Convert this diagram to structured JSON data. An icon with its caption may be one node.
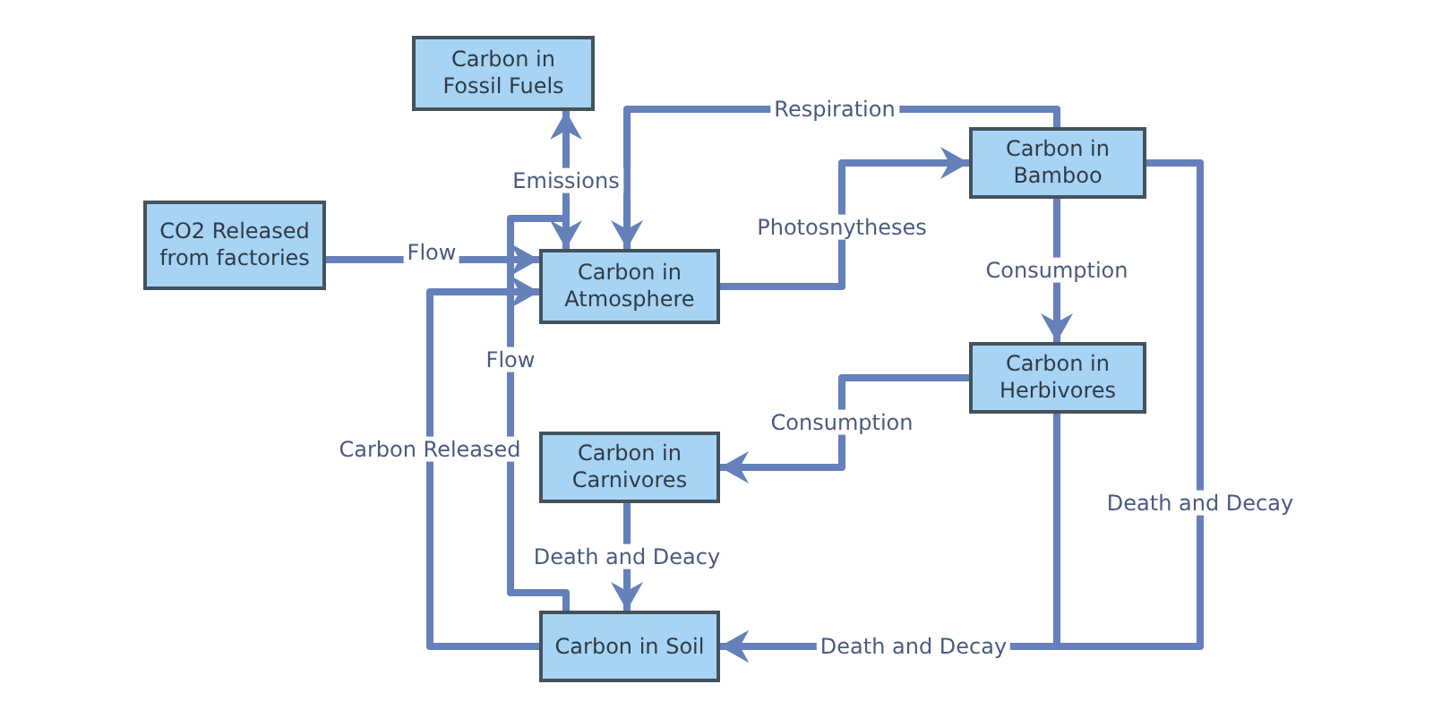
{
  "diagram": {
    "nodes": [
      {
        "text": [
          "Carbon in Fossil Fuels"
        ]
      },
      {
        "text": [
          "CO2 Released from factories"
        ]
      },
      {
        "text": [
          "Carbon in Atmosphere"
        ]
      },
      {
        "text": [
          "Carbon in Bamboo"
        ]
      },
      {
        "text": [
          "Carbon in Herbivores"
        ]
      },
      {
        "text": [
          "Carbon in Carnivores"
        ]
      },
      {
        "text": [
          "Carbon in Soil"
        ]
      }
    ],
    "edges": [
      {
        "from": 1,
        "to": 2,
        "arrow": "to",
        "label": "Flow"
      },
      {
        "from": 0,
        "to": 2,
        "arrow": "to",
        "label": "Emissions"
      },
      {
        "from": 2,
        "to": 3,
        "arrow": "to",
        "label": "Photosnytheses"
      },
      {
        "from": 3,
        "to": 2,
        "arrow": "to",
        "label": "Respiration"
      },
      {
        "from": 3,
        "to": 4,
        "arrow": "to",
        "label": "Consumption"
      },
      {
        "from": 4,
        "to": 5,
        "arrow": "to",
        "label": "Consumption"
      },
      {
        "from": 5,
        "to": 6,
        "arrow": "to",
        "label": "Death and Deacy"
      },
      {
        "from": 4,
        "to": 6,
        "arrow": "to",
        "label": "Death and Decay"
      },
      {
        "from": 3,
        "to": 6,
        "arrow": "to",
        "label": "Death and Decay"
      },
      {
        "from": 6,
        "to": 2,
        "arrow": "to",
        "label": "Carbon Released"
      },
      {
        "from": 6,
        "to": 0,
        "arrow": "to",
        "label": "Flow"
      }
    ]
  }
}
